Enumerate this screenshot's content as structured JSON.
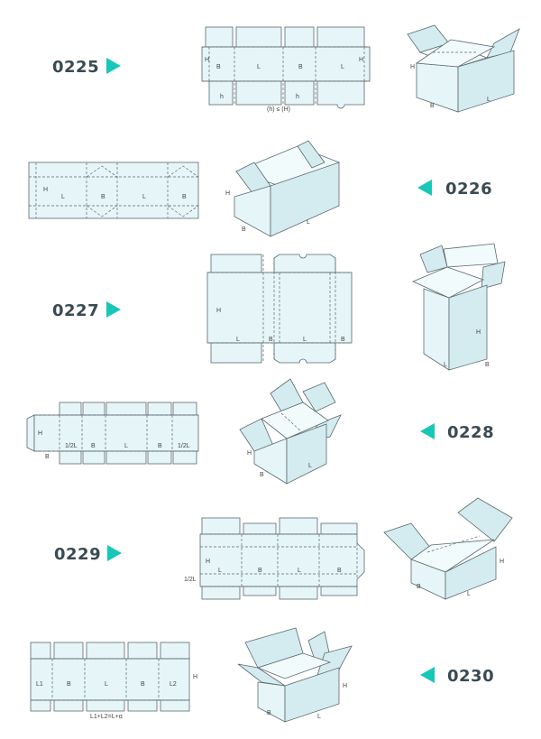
{
  "rows": [
    {
      "code": "0225",
      "labels": {
        "h_left": "H",
        "b1": "B",
        "l1": "L",
        "b2": "B",
        "l2": "L",
        "h_right": "H",
        "h_lo1": "h",
        "h_lo2": "h",
        "note": "(h) ≤ (H)",
        "box_h": "H",
        "box_b": "B",
        "box_l": "L"
      }
    },
    {
      "code": "0226",
      "labels": {
        "h": "H",
        "l1": "L",
        "b1": "B",
        "l2": "L",
        "b2": "B",
        "box_h": "H",
        "box_b": "B",
        "box_l": "L"
      }
    },
    {
      "code": "0227",
      "labels": {
        "h": "H",
        "l1": "L",
        "b1": "B",
        "l2": "L",
        "b2": "B",
        "box_h": "H",
        "box_l": "L",
        "box_b": "B"
      }
    },
    {
      "code": "0228",
      "labels": {
        "h": "H",
        "b_lo": "B",
        "half1": "1/2L",
        "b1": "B",
        "l": "L",
        "b2": "B",
        "half2": "1/2L",
        "box_h": "H",
        "box_b": "B",
        "box_l": "L"
      }
    },
    {
      "code": "0229",
      "labels": {
        "h": "H",
        "half": "1/2L",
        "l1": "L",
        "b1": "B",
        "l2": "L",
        "b2": "B",
        "box_h": "H",
        "box_b": "B",
        "box_l": "L"
      }
    },
    {
      "code": "0230",
      "labels": {
        "l1": "L1",
        "b1": "B",
        "l": "L",
        "b2": "B",
        "l2": "L2",
        "h": "H",
        "note": "L1+L2=L+α",
        "box_h": "H",
        "box_b": "B",
        "box_l": "L"
      }
    }
  ],
  "colors": {
    "arrow": "#18c7b7",
    "code": "#3a4a52",
    "panel": "#e6f5f7",
    "line": "#5b6a70"
  }
}
